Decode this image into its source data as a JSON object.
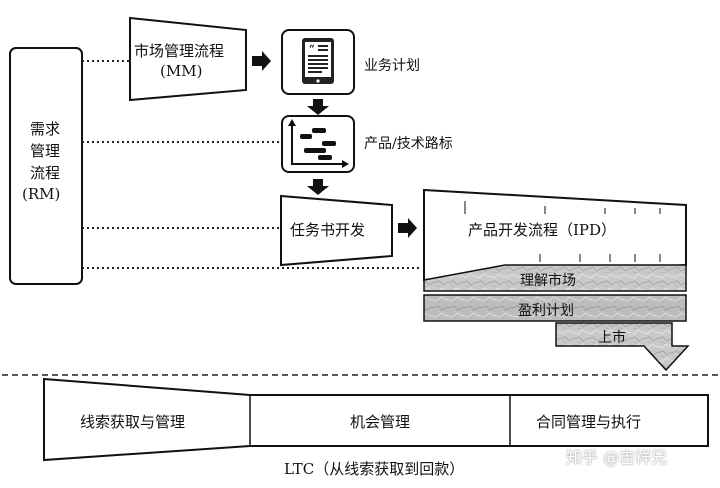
{
  "rm": {
    "line1": "需求",
    "line2": "管理",
    "line3": "流程",
    "line4": "(RM)"
  },
  "mm": {
    "line1": "市场管理流程",
    "line2": "(MM)"
  },
  "business_plan": "业务计划",
  "roadmap": "产品/技术路标",
  "charter": "任务书开发",
  "ipd": "产品开发流程（IPD）",
  "understand_market": "理解市场",
  "profit_plan": "盈利计划",
  "launch": "上市",
  "ltc": {
    "lead": "线索获取与管理",
    "opportunity": "机会管理",
    "contract": "合同管理与执行",
    "caption": "LTC（从线索获取到回款）"
  },
  "watermark": "知乎 @吉祥兄"
}
